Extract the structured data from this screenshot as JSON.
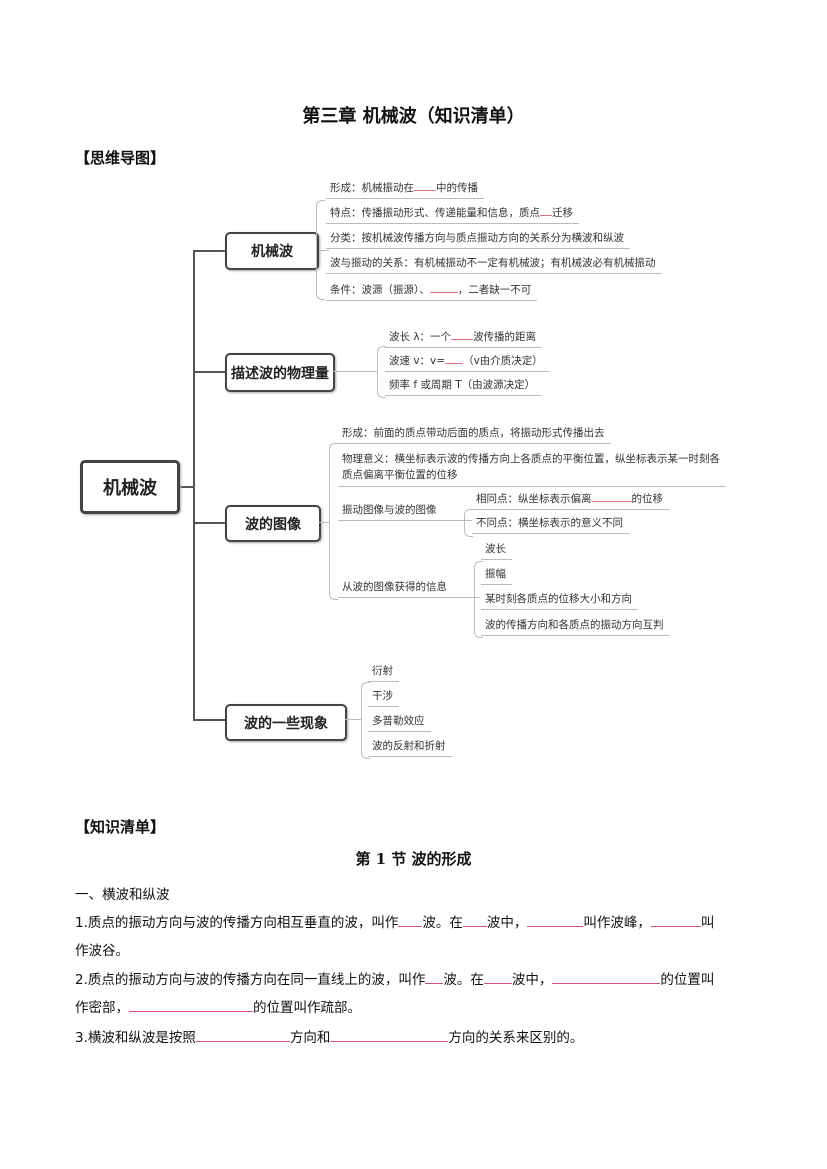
{
  "title": "第三章  机械波（知识清单）",
  "mindmap_heading": "【思维导图】",
  "mindmap": {
    "root": "机械波",
    "b1": {
      "label": "机械波",
      "l1a": "形成：机械振动在",
      "l1b": "中的传播",
      "l2a": "特点：传播振动形式、传递能量和信息，质点",
      "l2b": "迁移",
      "l3": "分类：按机械波传播方向与质点振动方向的关系分为横波和纵波",
      "l4": "波与振动的关系：有机械振动不一定有机械波；有机械波必有机械振动",
      "l5a": "条件：波源（振源）、",
      "l5b": "，二者缺一不可"
    },
    "b2": {
      "label": "描述波的物理量",
      "l1a": "波长 λ：一个",
      "l1b": "波传播的距离",
      "l2a": "波速 v：v=",
      "l2b": "（v由介质决定）",
      "l3": "频率 f 或周期 T（由波源决定）"
    },
    "b3": {
      "label": "波的图像",
      "l1": "形成：前面的质点带动后面的质点，将振动形式传播出去",
      "l2a": "物理意义：横坐标表示波的传播方向上各质点的平衡位置，纵坐标表示某一时刻各",
      "l2b": "质点偏离平衡位置的位移",
      "l3": "振动图像与波的图像",
      "l3s1a": "相同点：纵坐标表示偏离",
      "l3s1b": "的位移",
      "l3s2": "不同点：横坐标表示的意义不同",
      "l4": "从波的图像获得的信息",
      "l4s1": "波长",
      "l4s2": "振幅",
      "l4s3": "某时刻各质点的位移大小和方向",
      "l4s4": "波的传播方向和各质点的振动方向互判"
    },
    "b4": {
      "label": "波的一些现象",
      "l1": "衍射",
      "l2": "干涉",
      "l3": "多普勒效应",
      "l4": "波的反射和折射"
    }
  },
  "list_heading": "【知识清单】",
  "section_title": "第 1 节    波的形成",
  "subsection": "一、横波和纵波",
  "q1": {
    "a": "1.质点的振动方向与波的传播方向相互垂直的波，叫作",
    "b": "波。在",
    "c": "波中，",
    "d": "叫作波峰，",
    "e": "叫",
    "f": "作波谷。"
  },
  "q2": {
    "a": "2.质点的振动方向与波的传播方向在同一直线上的波，叫作",
    "b": "波。在",
    "c": "波中，",
    "d": "的位置叫",
    "e": "作密部，",
    "f": "的位置叫作疏部。"
  },
  "q3": {
    "a": "3.横波和纵波是按照",
    "b": "方向和",
    "c": "方向的关系来区别的。"
  }
}
